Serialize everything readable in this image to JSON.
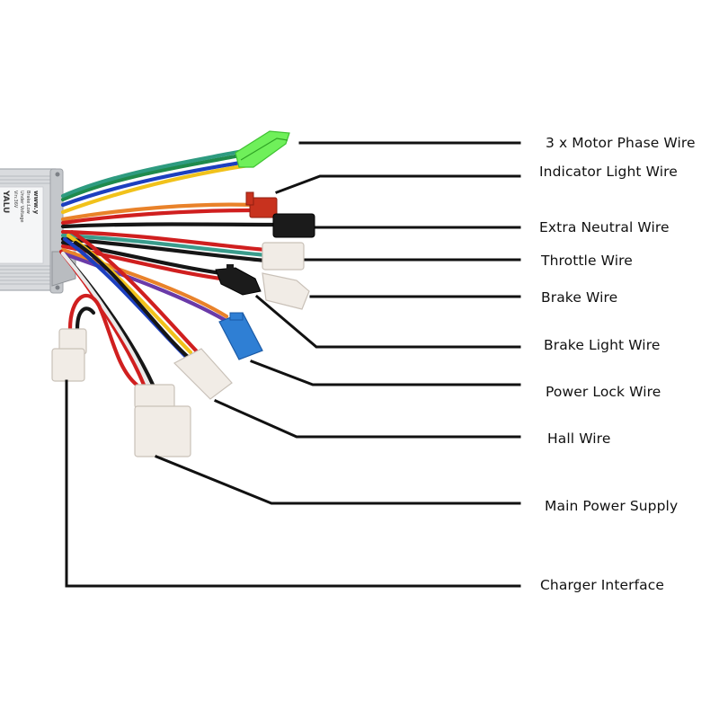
{
  "diagram": {
    "title": "E-bike brushed/brushless controller wiring diagram",
    "device": {
      "name": "Motor controller",
      "housing_text_lines": [
        "YALU",
        "Vin:36V",
        "Under Voltage",
        "Brake:Low",
        "www.y"
      ]
    },
    "labels": [
      {
        "id": "motor-phase",
        "text": "3 x Motor Phase Wire",
        "connector_color": "#5fe64a"
      },
      {
        "id": "indicator-light",
        "text": "Indicator Light Wire",
        "connector_color": "#c8321e"
      },
      {
        "id": "extra-neutral",
        "text": "Extra Neutral Wire",
        "connector_color": "#1b1b1b"
      },
      {
        "id": "throttle",
        "text": "Throttle Wire",
        "connector_color": "#f1ece6"
      },
      {
        "id": "brake",
        "text": "Brake Wire",
        "connector_color": "#f1ece6"
      },
      {
        "id": "brake-light",
        "text": "Brake Light Wire",
        "connector_color": "#1b1b1b"
      },
      {
        "id": "power-lock",
        "text": "Power Lock Wire",
        "connector_color": "#2f7fd4"
      },
      {
        "id": "hall",
        "text": "Hall Wire",
        "connector_color": "#f1ece6"
      },
      {
        "id": "main-power",
        "text": "Main Power Supply",
        "connector_color": "#f1ece6"
      },
      {
        "id": "charger",
        "text": "Charger Interface",
        "connector_color": "#f1ece6"
      }
    ],
    "wire_colors": {
      "green": "#1f8a4c",
      "blue": "#1d3fbf",
      "yellow": "#f1c21b",
      "red": "#d01f1f",
      "black": "#161616",
      "orange": "#e9822a",
      "purple": "#6a3aa8",
      "white": "#f4f4f4",
      "teal": "#3a9c8c"
    },
    "line_color": "#111111",
    "background": "#ffffff"
  }
}
